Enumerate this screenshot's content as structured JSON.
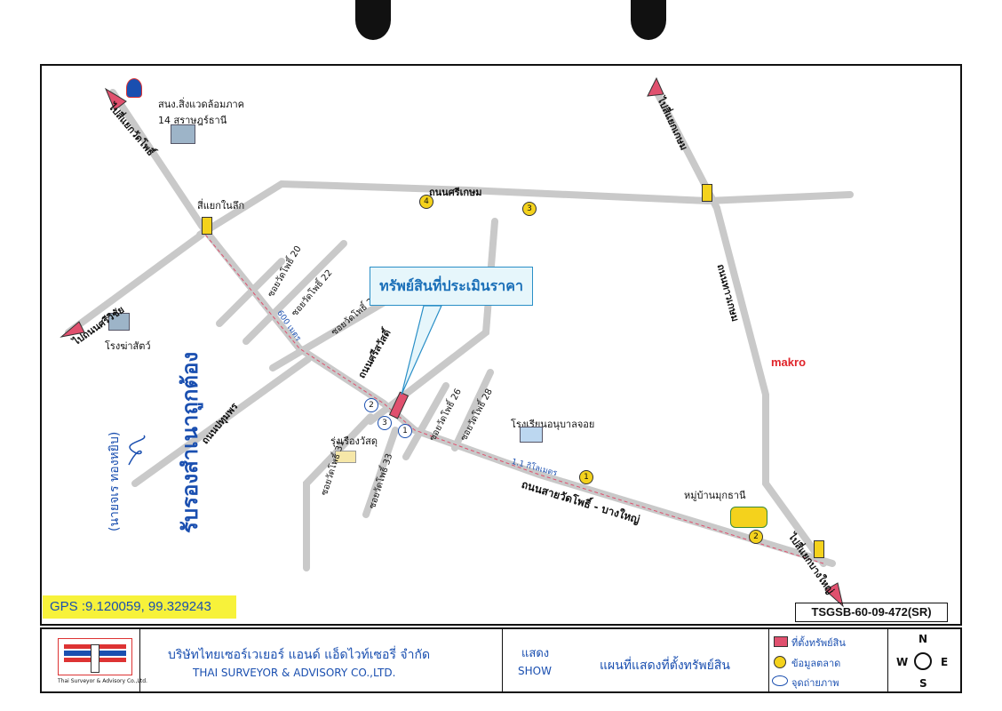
{
  "map": {
    "subject_label": "ทรัพย์สินที่ประเมินราคา",
    "gps": "GPS :9.120059, 99.329243",
    "reference": "TSGSB-60-09-472(SR)",
    "brand_label": "makro",
    "stamp_text": "รับรองสำเนาถูกต้อง",
    "stamp_name": "(นายจเร ทองหยิบ)",
    "road_labels": {
      "srikasem": "ถนนศรีเกษม",
      "sriswat": "ถนนศรีสวัสดิ์",
      "prumprung": "ถนนปทุมพร",
      "watpho_bangyai": "ถนนสายวัดโพธิ์ - บางใหญ่",
      "hospital_road": "ถนนทาวเกษม",
      "soi20": "ซอยวัดโพธิ์ 20",
      "soi22": "ซอยวัดโพธิ์ 22",
      "soi24": "ซอยวัดโพธิ์ 24",
      "soi26": "ซอยวัดโพธิ์ 26",
      "soi28": "ซอยวัดโพธิ์ 28",
      "soi31": "ซอยวัดโพธิ์ 31",
      "soi33": "ซอยวัดโพธิ์ 33"
    },
    "direction_labels": {
      "to_watpho": "ไปสี่แยกวัดโพธิ์",
      "to_sriwichai": "ไปถนนศรีวิชัย",
      "to_kasem": "ไปสี่แยกเกษม",
      "to_bangyai": "ไปสี่แยกบางใหญ่"
    },
    "place_labels": {
      "office_name": "สนง.สิ่งแวดล้อมภาค",
      "office_name2": "14 สุราษฎร์ธานี",
      "junction": "สี่แยกในลึก",
      "slaughterhouse": "โรงฆ่าสัตว์",
      "school": "โรงเรียนอนุบาลจอย",
      "village": "หมู่บ้านมุกธานี",
      "shop": "รุ่งเรืองวัสดุ"
    },
    "distance_labels": {
      "d1": "1.1 กิโลเมตร",
      "d2": "600 เมตร"
    },
    "markers": [
      "1",
      "2",
      "3",
      "4"
    ],
    "photo_points": [
      "1",
      "2",
      "3"
    ]
  },
  "footer": {
    "company_th": "บริษัทไทยเซอร์เวเยอร์ แอนด์ แอ็ดไวท์เซอรี่ จำกัด",
    "company_en": "THAI SURVEYOR & ADVISORY CO.,LTD.",
    "logo_caption": "Thai Surveyor & Advisory Co.,Ltd.",
    "show_th": "แสดง",
    "show_en": "SHOW",
    "map_title": "แผนที่แสดงที่ตั้งทรัพย์สิน",
    "legend": [
      {
        "label": "ที่ตั้งทรัพย์สิน",
        "icon": "property-icon"
      },
      {
        "label": "ข้อมูลตลาด",
        "icon": "market-data-icon"
      },
      {
        "label": "จุดถ่ายภาพ",
        "icon": "photo-point-icon"
      }
    ],
    "compass": {
      "n": "N",
      "s": "S",
      "e": "E",
      "w": "W"
    }
  },
  "colors": {
    "road": "#c9c9c9",
    "arrow": "#e0506e",
    "marker": "#f4d21c",
    "gps_bg": "#f7f23a",
    "text_blue": "#1a4fb0"
  }
}
